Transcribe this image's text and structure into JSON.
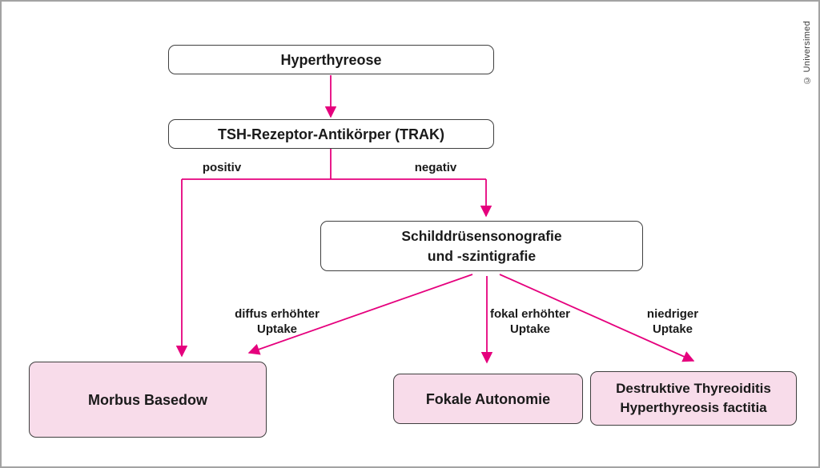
{
  "copyright": "© Universimed",
  "colors": {
    "accent": "#e5007d",
    "result_fill": "#f8dcea",
    "node_border": "#3f3f3f",
    "text": "#1a1a1a",
    "frame_border": "#a3a3a3"
  },
  "diagram": {
    "title_node": "Hyperthyreose",
    "nodes": {
      "hyperthyreose": {
        "label": "Hyperthyreose"
      },
      "trak": {
        "label": "TSH-Rezeptor-Antikörper (TRAK)"
      },
      "sono": {
        "line1": "Schilddrüsensonografie",
        "line2": "und -szintigrafie"
      },
      "basedow": {
        "label": "Morbus Basedow"
      },
      "fokale": {
        "label": "Fokale Autonomie"
      },
      "destruktive": {
        "line1": "Destruktive Thyreoiditis",
        "line2": "Hyperthyreosis factitia"
      }
    },
    "edge_labels": {
      "positiv": {
        "label": "positiv"
      },
      "negativ": {
        "label": "negativ"
      },
      "diffus": {
        "line1": "diffus erhöhter",
        "line2": "Uptake"
      },
      "fokal": {
        "line1": "fokal erhöhter",
        "line2": "Uptake"
      },
      "niedrig": {
        "line1": "niedriger",
        "line2": "Uptake"
      }
    },
    "edges": [
      {
        "from": "Hyperthyreose",
        "to": "TSH-Rezeptor-Antikörper (TRAK)",
        "label": ""
      },
      {
        "from": "TSH-Rezeptor-Antikörper (TRAK)",
        "to": "Morbus Basedow",
        "label": "positiv"
      },
      {
        "from": "TSH-Rezeptor-Antikörper (TRAK)",
        "to": "Schilddrüsensonografie und -szintigrafie",
        "label": "negativ"
      },
      {
        "from": "Schilddrüsensonografie und -szintigrafie",
        "to": "Morbus Basedow",
        "label": "diffus erhöhter Uptake"
      },
      {
        "from": "Schilddrüsensonografie und -szintigrafie",
        "to": "Fokale Autonomie",
        "label": "fokal erhöhter Uptake"
      },
      {
        "from": "Schilddrüsensonografie und -szintigrafie",
        "to": "Destruktive Thyreoiditis / Hyperthyreosis factitia",
        "label": "niedriger Uptake"
      }
    ]
  }
}
